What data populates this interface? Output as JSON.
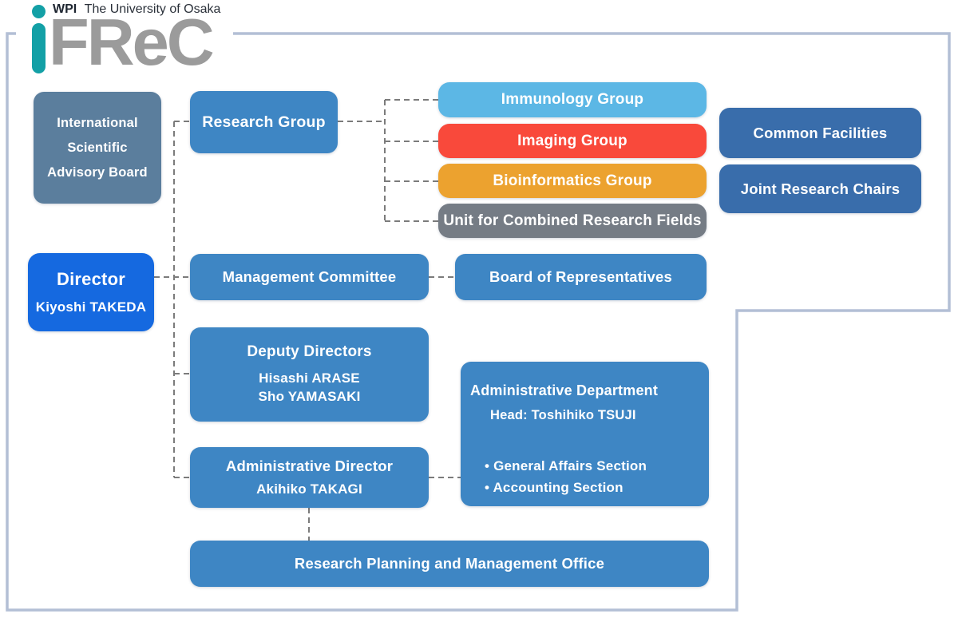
{
  "logo": {
    "wpi": "WPI",
    "tagline": "The University of Osaka",
    "brand": "iFReC",
    "brand_letters": "FReC"
  },
  "colors": {
    "frame": "#b3bfd5",
    "connector": "#7b7b7b",
    "primary_blue": "#3e86c4",
    "director_blue": "#1569e0",
    "advisory_slate": "#5b7e9d",
    "immunology_blue": "#5cb7e5",
    "imaging_red": "#f9493b",
    "bioinformatics_orange": "#eca22f",
    "unit_gray": "#757c85",
    "facility_blue": "#396dab",
    "logo_teal": "#13a0a6",
    "logo_gray": "#9b9b9b"
  },
  "boxes": {
    "advisory_board": {
      "lines": [
        "International",
        "Scientific",
        "Advisory Board"
      ]
    },
    "director": {
      "title": "Director",
      "name": "Kiyoshi TAKEDA"
    },
    "research_group": {
      "label": "Research Group"
    },
    "groups": [
      {
        "label": "Immunology Group"
      },
      {
        "label": "Imaging Group"
      },
      {
        "label": "Bioinformatics Group"
      },
      {
        "label": "Unit for Combined Research Fields"
      }
    ],
    "right_boxes": [
      {
        "label": "Common Facilities"
      },
      {
        "label": "Joint Research Chairs"
      }
    ],
    "management_committee": {
      "label": "Management Committee"
    },
    "board_of_representatives": {
      "label": "Board of Representatives"
    },
    "deputy_directors": {
      "title": "Deputy Directors",
      "names": [
        "Hisashi ARASE",
        "Sho YAMASAKI"
      ]
    },
    "administrative_director": {
      "title": "Administrative Director",
      "name": "Akihiko TAKAGI"
    },
    "administrative_department": {
      "title": "Administrative Department",
      "head": "Head: Toshihiko TSUJI",
      "sections": [
        "• General Affairs Section",
        "• Accounting Section"
      ]
    },
    "research_planning_office": {
      "label": "Research Planning and Management Office"
    }
  }
}
